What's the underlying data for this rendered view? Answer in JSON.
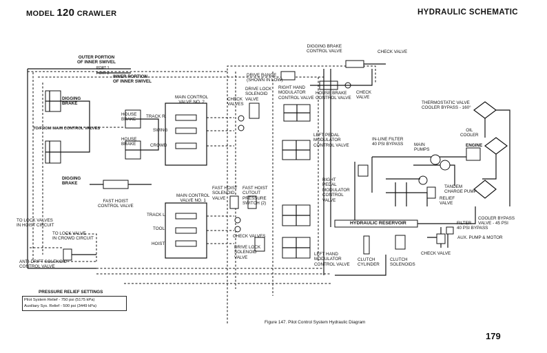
{
  "header": {
    "model_prefix": "MODEL",
    "model_number": "120",
    "model_suffix": "CRAWLER",
    "section_title": "HYDRAULIC SCHEMATIC"
  },
  "labels": {
    "outer_portion": "OUTER PORTION\nOF INNER SWIVEL",
    "port1": "PORT 1",
    "port2": "PORT 2",
    "inner_portion": "INNER PORTION\nOF INNER SWIVEL",
    "digging_brake_top": "DIGGING\nBRAKE",
    "to_from_main": "TO/FROM MAIN CONTROL VALVES",
    "digging_brake_bottom": "DIGGING\nBRAKE",
    "house_brake_1": "HOUSE\nBRAKE",
    "house_brake_2": "HOUSE\nBRAKE",
    "main_cv2": "MAIN CONTROL\nVALVE NO. 2",
    "track_r": "TRACK R.",
    "swing": "SWING",
    "crowd": "CROWD",
    "check_valves_top": "CHECK\nVALVES",
    "drive_lock_solenoid_top": "DRIVE LOCK\nSOLENOID\nVALVE",
    "drive_range": "DRIVE RANGE\n(SHOWN IN LOW)",
    "rh_modulator": "RIGHT HAND\nMODULATOR\nCONTROL VALVE",
    "digging_brake_cv": "DIGGING BRAKE\nCONTROL VALVE",
    "check_valve_top": "CHECK VALVE",
    "house_brake_cv": "HOUSE BRAKE\nCONTROL VALVE",
    "check_valve_mid": "CHECK\nVALVE",
    "thermostatic": "THERMOSTATIC VALVE\nCOOLER BYPASS - 160°",
    "oil_cooler": "OIL\nCOOLER",
    "engine": "ENGINE",
    "left_pedal_mod": "LEFT PEDAL\nMODULATOR\nCONTROL VALVE",
    "inline_filter": "IN-LINE FILTER\n40 PSI BYPASS",
    "main_pumps": "MAIN\nPUMPS",
    "fast_hoist_cv": "FAST HOIST\nCONTROL VALVE",
    "main_cv1": "MAIN CONTROL\nVALVE NO. 1",
    "fast_hoist_solenoid": "FAST HOIST\nSOLENOID\nVALVE",
    "fast_hoist_cutout": "FAST HOIST\nCUTOUT\nPRESSURE\nSWITCH (2)",
    "right_pedal_mod": "RIGHT\nPEDAL\nMODULATOR\nCONTROL\nVALVE",
    "tandem_pump": "TANDEM\nCHARGE PUMP",
    "relief_valve": "RELIEF\nVALVE",
    "track_l": "TRACK L",
    "tool": "TOOL",
    "hoist": "HOIST",
    "hydraulic_reservoir": "HYDRAULIC RESERVOIR",
    "filter_bypass": "FILTER\n40 PSI BYPASS",
    "cooler_bypass_45": "COOLER BYPASS\nVALVE - 45 PSI",
    "to_lock_valves_hoist": "TO LOCK VALVES\nIN HOIST CIRCUIT",
    "to_lock_valve_crowd": "TO LOCK VALVE\nIN CROWD CIRCUIT",
    "check_valves_low": "CHECK VALVES",
    "drive_lock_solenoid_low": "DRIVE LOCK\nSOLENOID\nVALVE",
    "lh_modulator": "LEFT HAND\nMODULATOR\nCONTROL VALVE",
    "clutch_cylinder": "CLUTCH\nCYLINDER",
    "clutch_solenoids": "CLUTCH\nSOLENOIDS",
    "aux_pump_motor": "AUX. PUMP & MOTOR",
    "check_valve_low": "CHECK VALVE",
    "anti_drift": "ANTI-DRIFT SOLENOID\nCONTROL VALVE"
  },
  "pressure_relief": {
    "title": "PRESSURE RELIEF SETTINGS",
    "line1": "Pilot System Relief - 750 psi (5175 kPa)",
    "line2": "Auxiliary Sys. Relief - 500 psi (3449 kPa)"
  },
  "caption": "Figure 147.  Pilot Control System Hydraulic Diagram",
  "page_number": "179"
}
